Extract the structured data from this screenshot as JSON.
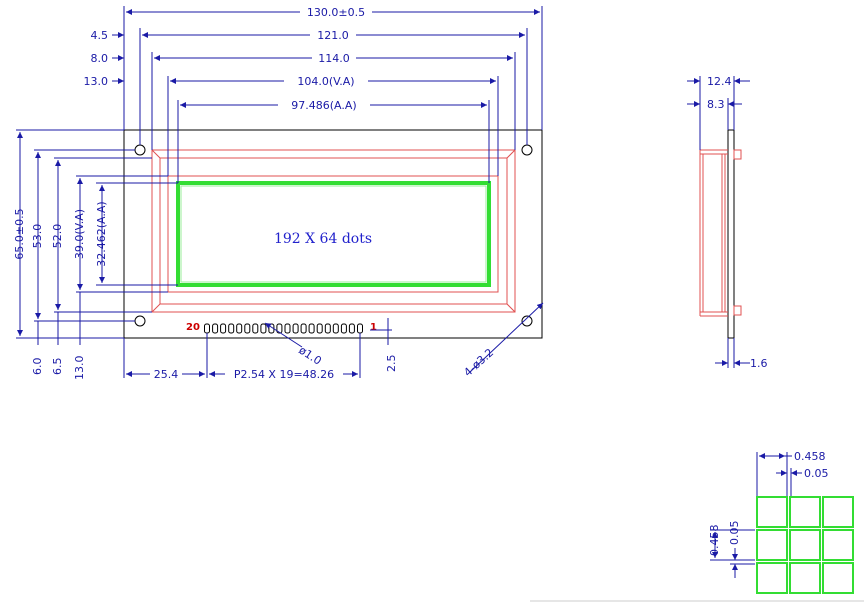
{
  "front": {
    "dims_h": [
      "130.0±0.5",
      "121.0",
      "114.0",
      "104.0(V.A)",
      "97.486(A.A)"
    ],
    "left_offsets": [
      "4.5",
      "8.0",
      "13.0"
    ],
    "dims_v": [
      "65.0±0.5",
      "53.0",
      "52.0",
      "39.0(V.A)",
      "32.462(A.A)"
    ],
    "bottom_v": [
      "6.0",
      "6.5",
      "13.0",
      "2.5"
    ],
    "pin_dims": [
      "25.4",
      "P2.54 X 19=48.26"
    ],
    "pin_hole": "ø1.0",
    "mount_hole": "4-ø3.2",
    "pin_first": "20",
    "pin_last": "1",
    "center_label": "192 X 64 dots"
  },
  "side": {
    "dims": [
      "12.4",
      "8.3",
      "1.6"
    ]
  },
  "dot_detail": {
    "dims_h": [
      "0.458",
      "0.05"
    ],
    "dims_v": [
      "0.458",
      "0.05"
    ]
  },
  "colors": {
    "dimension": "#1a1aa6",
    "outline": "#000000",
    "bezel": "#e05050",
    "active_area": "#33dd33",
    "pin_label": "#cc0000"
  }
}
